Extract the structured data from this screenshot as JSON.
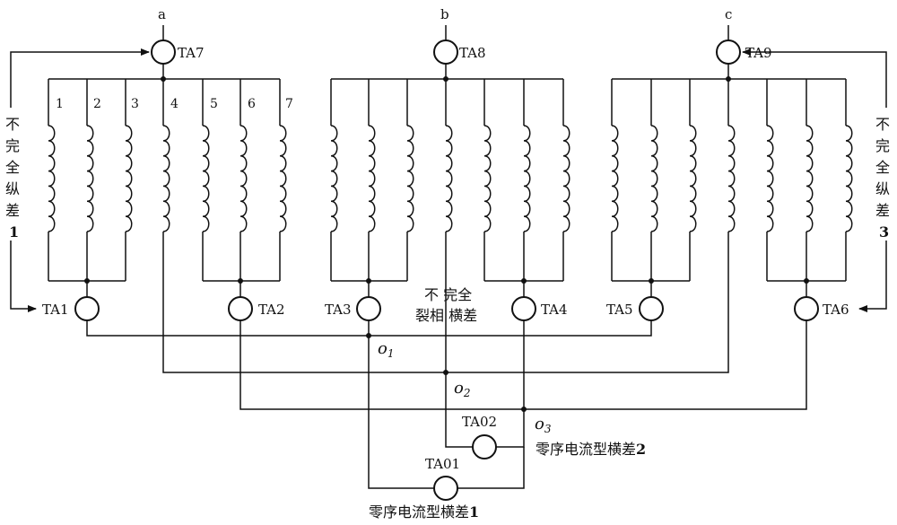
{
  "phases": [
    {
      "label": "a"
    },
    {
      "label": "b"
    },
    {
      "label": "c"
    }
  ],
  "branch_numbers": [
    "1",
    "2",
    "3",
    "4",
    "5",
    "6",
    "7"
  ],
  "cts": {
    "top": [
      "TA7",
      "TA8",
      "TA9"
    ],
    "bottom": [
      "TA1",
      "TA2",
      "TA3",
      "TA4",
      "TA5",
      "TA6"
    ],
    "zero_seq": [
      "TA02",
      "TA01"
    ]
  },
  "neutral_points": [
    {
      "label": "o",
      "sub": "1"
    },
    {
      "label": "o",
      "sub": "2"
    },
    {
      "label": "o",
      "sub": "3"
    }
  ],
  "labels": {
    "left_chars": [
      "不",
      "完",
      "全",
      "纵",
      "差"
    ],
    "left_number": "1",
    "right_chars": [
      "不",
      "完",
      "全",
      "纵",
      "差"
    ],
    "right_number": "3",
    "center_line1": "不 完全",
    "center_line2": "裂相 横差",
    "zero_seq2_text": "零序电流型横差",
    "zero_seq2_number": "2",
    "zero_seq1_text": "零序电流型横差",
    "zero_seq1_number": "1"
  }
}
